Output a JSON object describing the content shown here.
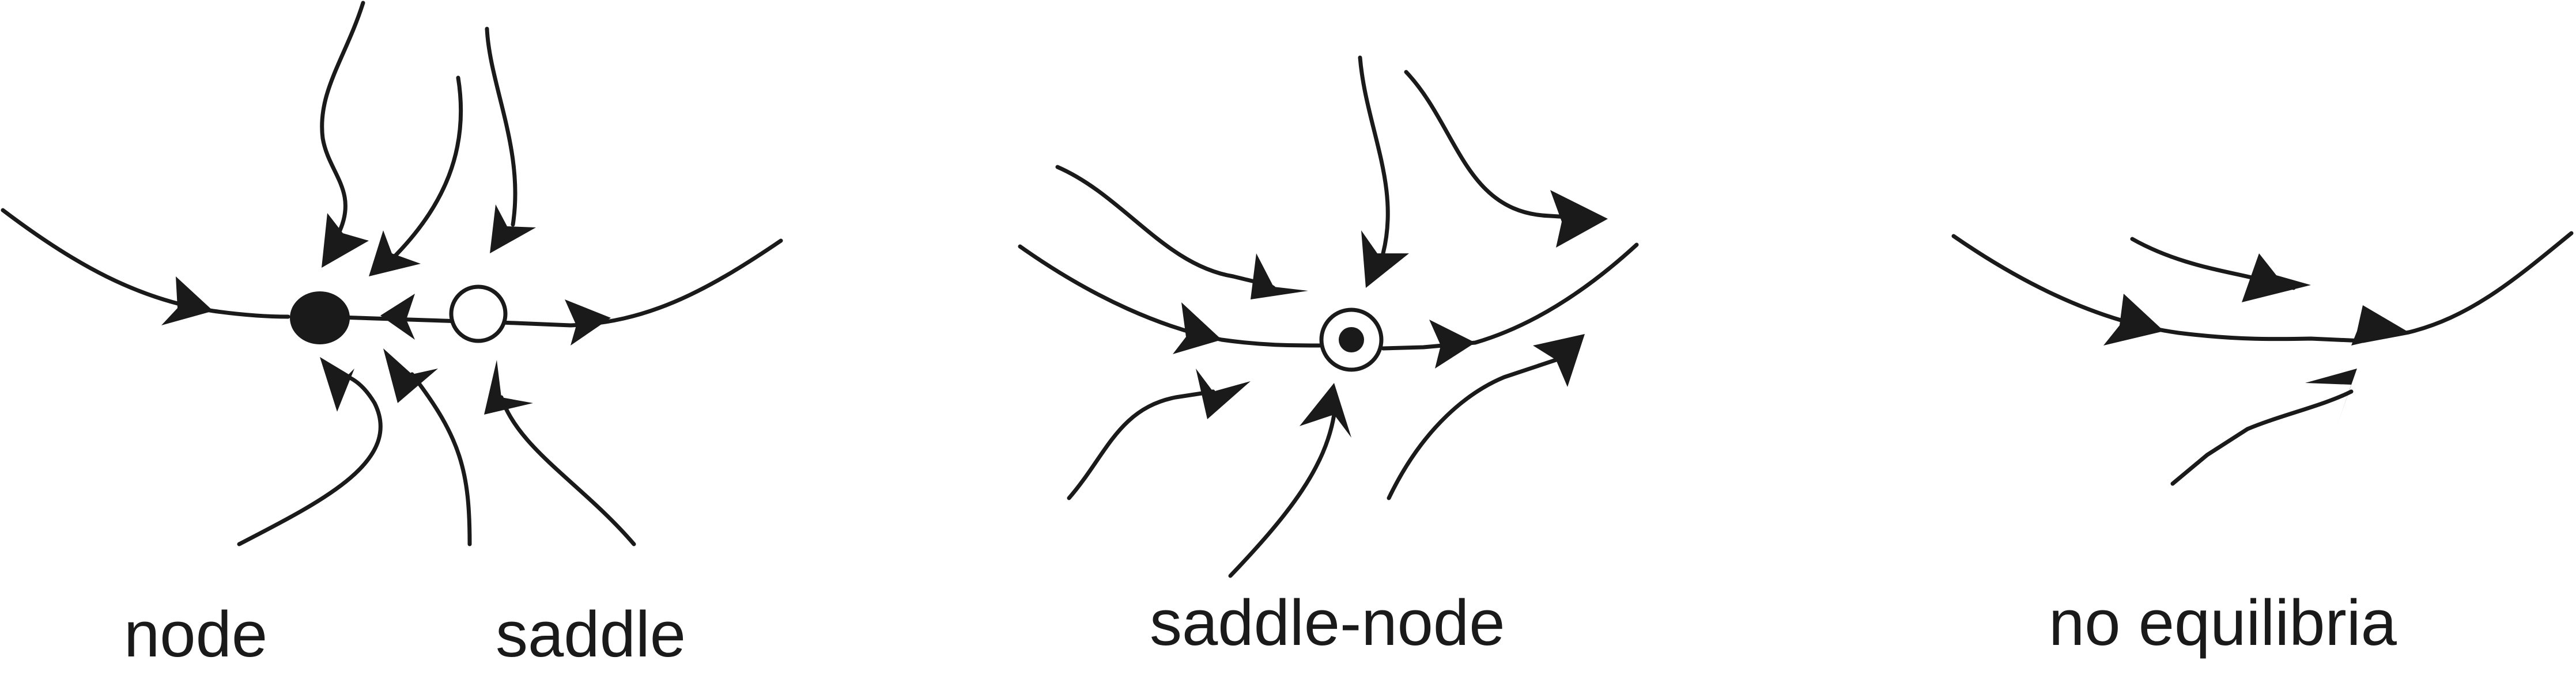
{
  "labels": {
    "node": "node",
    "saddle": "saddle",
    "saddle_node": "saddle-node",
    "no_equilibria": "no equilibria"
  },
  "colors": {
    "ink": "#1a1a1a",
    "background": "#ffffff"
  }
}
